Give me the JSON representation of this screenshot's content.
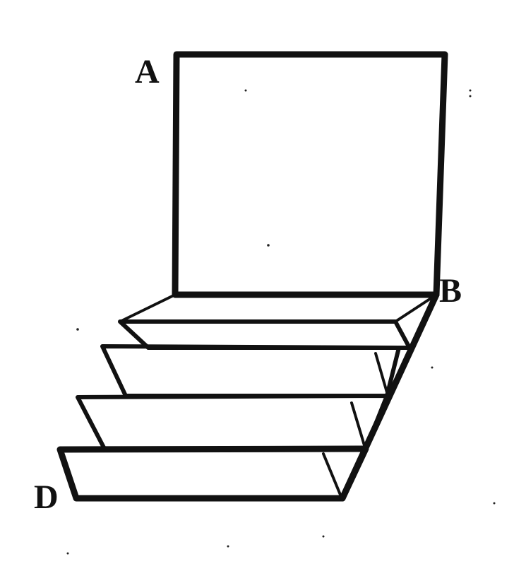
{
  "labels": {
    "a": "A",
    "b": "B",
    "d": "D"
  },
  "colors": {
    "ink": "#111111",
    "paper": "#ffffff"
  }
}
